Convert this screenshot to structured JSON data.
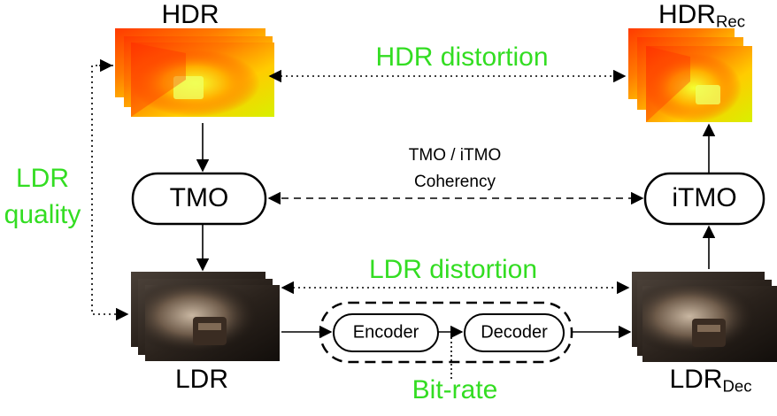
{
  "hdr_in": {
    "label": "HDR"
  },
  "hdr_rec": {
    "label": "HDR",
    "sub": "Rec"
  },
  "ldr_in": {
    "label": "LDR"
  },
  "ldr_dec": {
    "label": "LDR",
    "sub": "Dec"
  },
  "tmo": {
    "label": "TMO"
  },
  "itmo": {
    "label": "iTMO"
  },
  "encoder": {
    "label": "Encoder"
  },
  "decoder": {
    "label": "Decoder"
  },
  "coherency": {
    "line1": "TMO / iTMO",
    "line2": "Coherency"
  },
  "hdr_distortion": "HDR distortion",
  "ldr_distortion": "LDR distortion",
  "ldr_quality": {
    "line1": "LDR",
    "line2": "quality"
  },
  "bitrate": "Bit-rate",
  "colors": {
    "metric": "#33dd22",
    "stroke": "#000000"
  }
}
